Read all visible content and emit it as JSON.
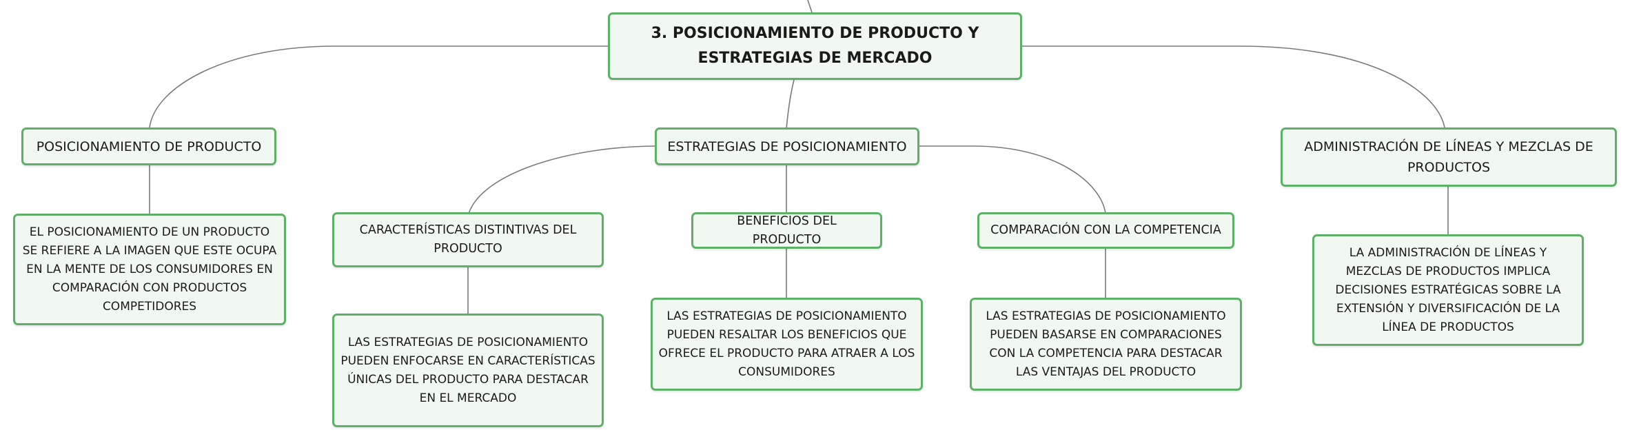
{
  "colors": {
    "node_fill": "#f1f8f2",
    "node_border": "#5cb166",
    "connector": "#7a7a7a"
  },
  "root": {
    "title": "3. POSICIONAMIENTO DE PRODUCTO Y ESTRATEGIAS DE MERCADO"
  },
  "branches": {
    "positioning": {
      "label": "POSICIONAMIENTO DE PRODUCTO",
      "detail": "EL POSICIONAMIENTO DE UN PRODUCTO SE REFIERE A LA IMAGEN QUE ESTE OCUPA EN LA MENTE DE LOS CONSUMIDORES EN COMPARACIÓN CON PRODUCTOS COMPETIDORES"
    },
    "strategies": {
      "label": "ESTRATEGIAS DE POSICIONAMIENTO",
      "children": {
        "features": {
          "label": "CARACTERÍSTICAS DISTINTIVAS DEL PRODUCTO",
          "detail": "LAS ESTRATEGIAS DE POSICIONAMIENTO PUEDEN ENFOCARSE EN CARACTERÍSTICAS ÚNICAS DEL PRODUCTO PARA DESTACAR EN EL MERCADO"
        },
        "benefits": {
          "label": "BENEFICIOS DEL PRODUCTO",
          "detail": "LAS ESTRATEGIAS DE POSICIONAMIENTO PUEDEN RESALTAR LOS BENEFICIOS QUE OFRECE EL PRODUCTO PARA ATRAER A LOS CONSUMIDORES"
        },
        "competition": {
          "label": "COMPARACIÓN CON LA COMPETENCIA",
          "detail": "LAS ESTRATEGIAS DE POSICIONAMIENTO PUEDEN BASARSE EN COMPARACIONES CON LA COMPETENCIA PARA DESTACAR LAS VENTAJAS DEL PRODUCTO"
        }
      }
    },
    "product_lines": {
      "label": "ADMINISTRACIÓN DE LÍNEAS Y MEZCLAS DE PRODUCTOS",
      "detail": "LA ADMINISTRACIÓN DE LÍNEAS Y MEZCLAS DE PRODUCTOS IMPLICA DECISIONES ESTRATÉGICAS SOBRE LA EXTENSIÓN Y DIVERSIFICACIÓN DE LA LÍNEA DE PRODUCTOS"
    }
  }
}
